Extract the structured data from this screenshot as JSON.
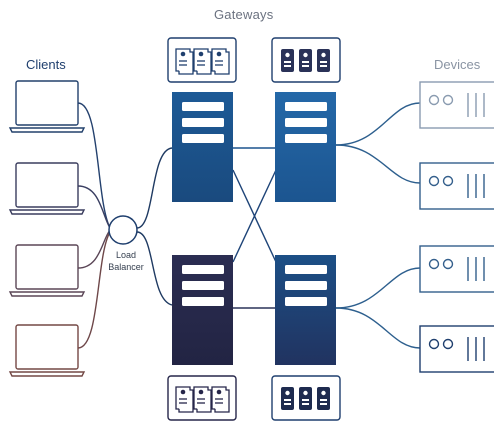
{
  "labels": {
    "gateways": "Gateways",
    "clients": "Clients",
    "devices": "Devices",
    "load_balancer": "Load Balancer"
  },
  "colors": {
    "client_gradient_top": "#1f3f6e",
    "client_gradient_bottom": "#7a4a46",
    "gateway_top": "#1e5a93",
    "gateway_bottom_dark": "#26264a",
    "device_line": "#2d5f8e",
    "panel_lines": "#1f3f6e"
  },
  "nodes": {
    "clients": [
      "laptop",
      "laptop",
      "laptop",
      "laptop"
    ],
    "load_balancer": "circle",
    "gateways": [
      "gateway-top-left",
      "gateway-top-right",
      "gateway-bottom-left",
      "gateway-bottom-right"
    ],
    "device_count": 4,
    "device_lights": "oo",
    "device_bars": "|||"
  }
}
